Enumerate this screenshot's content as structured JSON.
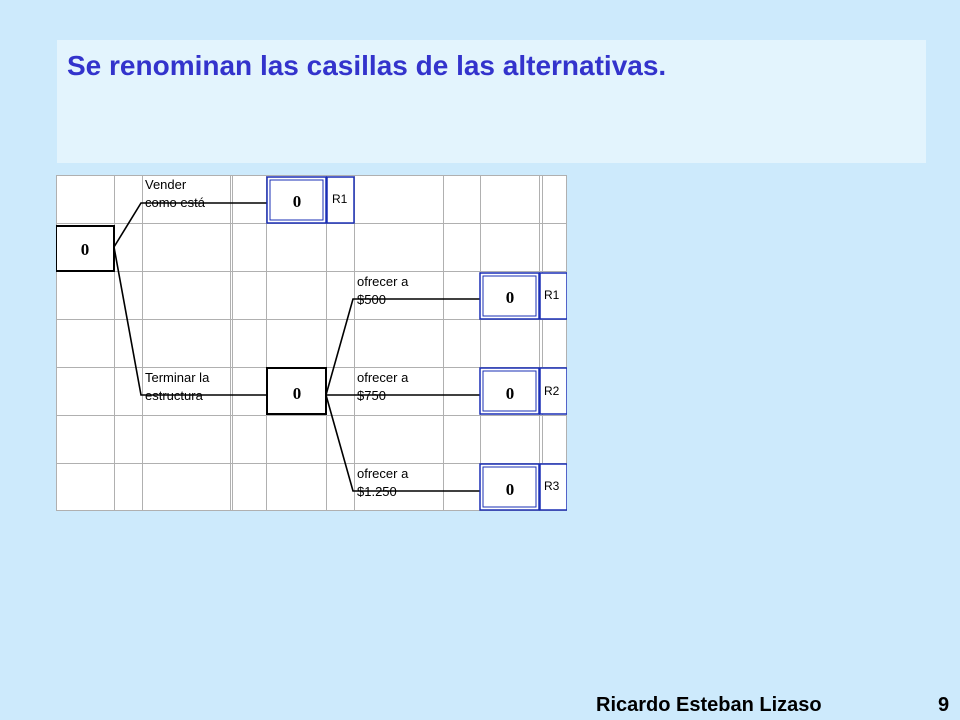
{
  "slide": {
    "title": "Se renominan las casillas de las alternativas.",
    "author": "Ricardo Esteban Lizaso",
    "page_number": "9"
  },
  "colors": {
    "background": "#cdeafc",
    "title_box": "#e3f4fd",
    "title_text": "#3333cc",
    "grid": "#b0b0b0",
    "value_box_border": "#1a2fb5"
  },
  "tree": {
    "root_value": "0",
    "branches": {
      "vender": {
        "line1": "Vender",
        "line2": "como está",
        "value": "0",
        "name": "R1"
      },
      "terminar": {
        "line1": "Terminar la",
        "line2": "estructura",
        "value": "0"
      },
      "ofrecer_500": {
        "line1": "ofrecer a",
        "line2": "$500",
        "value": "0",
        "name": "R1"
      },
      "ofrecer_750": {
        "line1": "ofrecer a",
        "line2": "$750",
        "value": "0",
        "name": "R2"
      },
      "ofrecer_1250": {
        "line1": "ofrecer a",
        "line2": "$1.250",
        "value": "0",
        "name": "R3"
      }
    }
  }
}
